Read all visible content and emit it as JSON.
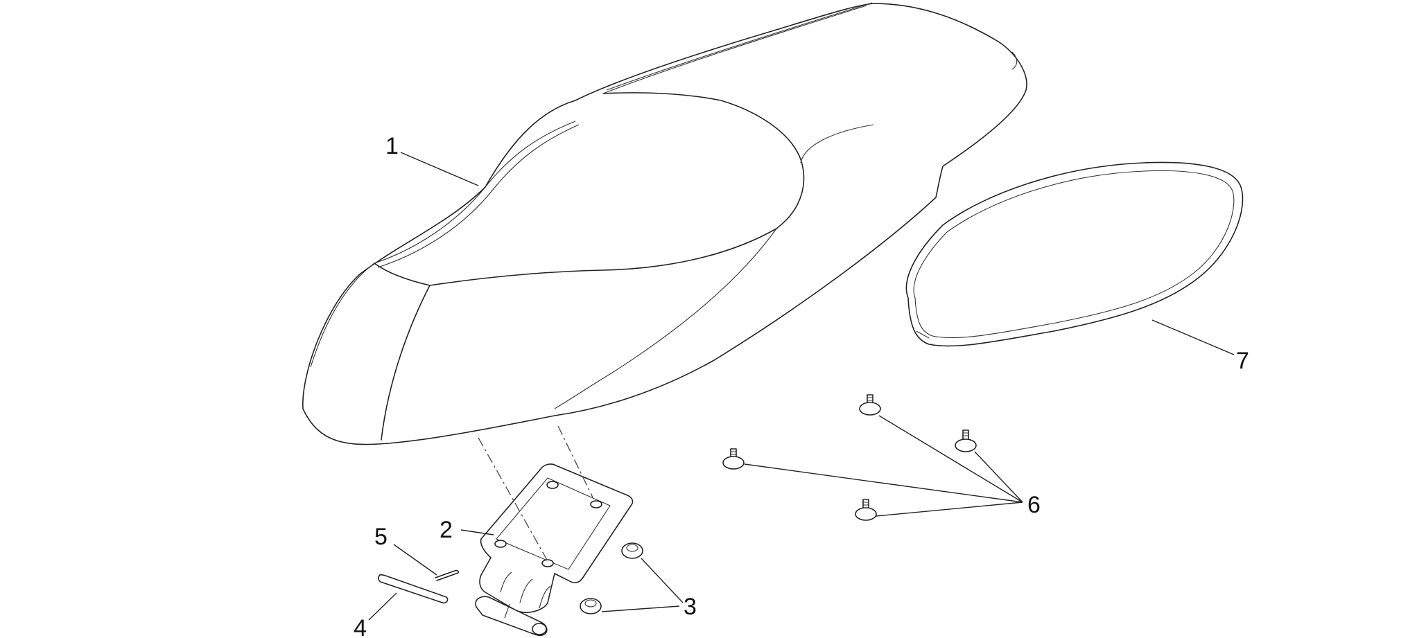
{
  "callouts": {
    "c1": "1",
    "c2": "2",
    "c3": "3",
    "c4": "4",
    "c5": "5",
    "c6": "6",
    "c7": "7"
  },
  "colors": {
    "background": "#ffffff",
    "line": "#222222"
  }
}
